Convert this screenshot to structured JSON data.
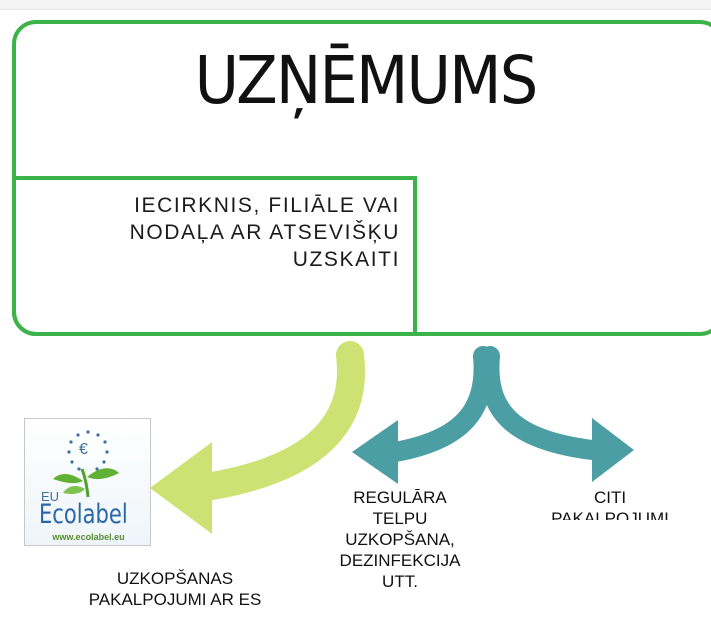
{
  "title": "UZŅĒMUMS",
  "subtitle_lines": [
    "IECIRKNIS, FILIĀLE VAI",
    "NODAĻA AR ATSEVIŠĶU",
    "UZSKAITI"
  ],
  "ecolabel": {
    "prefix": "EU",
    "word": "Ecolabel",
    "url": "www.ecolabel.eu",
    "symbol": "€"
  },
  "branches": {
    "es": [
      "UZKOPŠANAS",
      "PAKALPOJUMI AR ES"
    ],
    "regular": [
      "REGULĀRA",
      "TELPU",
      "UZKOPŠANA,",
      "DEZINFEKCIJA",
      "UTT."
    ],
    "other": [
      "CITI",
      "PAKALPOJUMI"
    ]
  },
  "colors": {
    "frame": "#3cb34a",
    "arrow_left": "#cde273",
    "arrow_teal": "#4a9ea4"
  }
}
